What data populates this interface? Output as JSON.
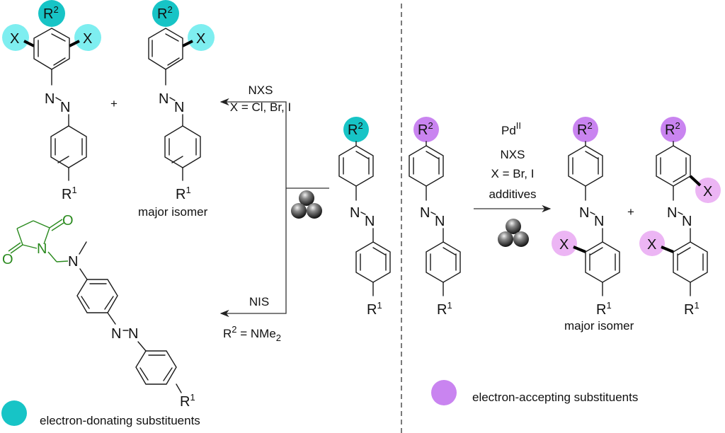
{
  "colors": {
    "donating_dark": "#17c4c6",
    "donating_light": "#7eeef0",
    "accepting_dark": "#c984f0",
    "accepting_light": "#ecb5f4",
    "succinimide_green": "#2a8a1e"
  },
  "labels": {
    "R1": "R",
    "R1_sup": "1",
    "R2": "R",
    "R2_sup": "2",
    "X": "X",
    "N": "N",
    "O": "O",
    "plus": "+"
  },
  "left_reaction": {
    "conditions_top": [
      "NXS",
      "X = Cl, Br, I"
    ],
    "conditions_bottom_reagent": "NIS",
    "conditions_bottom_note_prefix": "R",
    "conditions_bottom_note_sup": "2",
    "conditions_bottom_note_suffix": " = NMe",
    "conditions_bottom_note_sub": "2",
    "product_caption": "major isomer"
  },
  "right_reaction": {
    "conditions": [
      "Pd",
      "NXS",
      "X = Br, I",
      "additives"
    ],
    "pd_superscript": "II",
    "product_caption": "major isomer"
  },
  "legend": {
    "donating": "electron-donating substituents",
    "accepting": "electron-accepting substituents"
  }
}
